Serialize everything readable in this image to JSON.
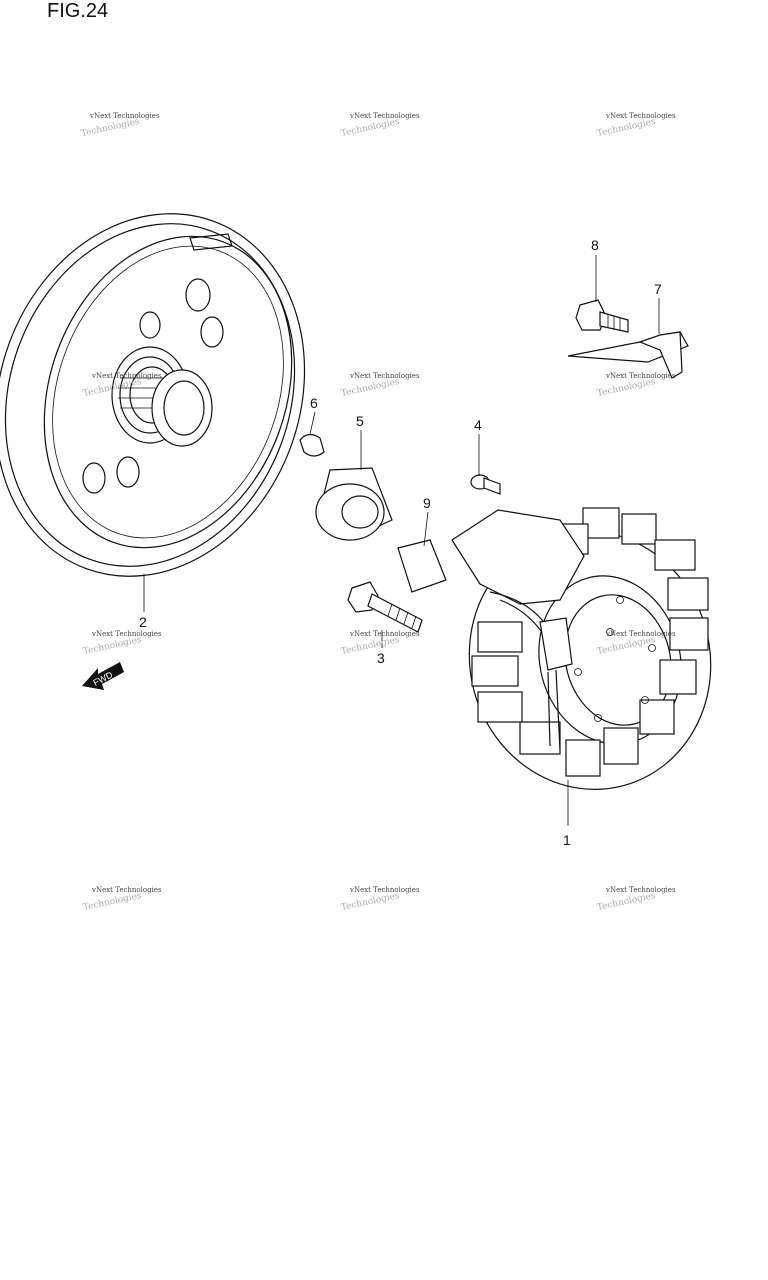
{
  "figure": {
    "title": "FIG.24"
  },
  "callouts": [
    "1",
    "2",
    "3",
    "4",
    "5",
    "6",
    "7",
    "8",
    "9"
  ],
  "fwd_label": "FWD",
  "watermark": {
    "line1": "vNext Technologies",
    "line2": "Technologies"
  }
}
